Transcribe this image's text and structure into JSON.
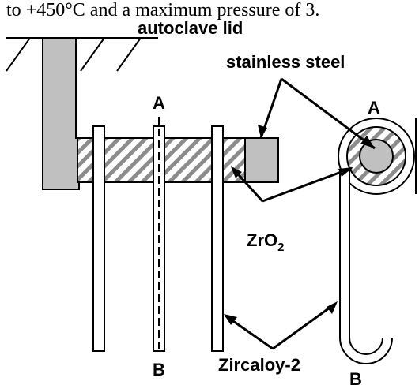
{
  "header_text": "to +450°C and a maximum pressure of 3.",
  "labels": {
    "autoclave_lid": "autoclave lid",
    "stainless_steel": "stainless steel",
    "zro2_base": "ZrO",
    "zro2_sub": "2",
    "zircaloy": "Zircaloy-2",
    "section_a_left": "A",
    "section_b_left": "B",
    "section_a_right": "A",
    "section_b_right": "B"
  },
  "colors": {
    "steel_fill": "#c0c0c0",
    "hatch": "#808080",
    "outline": "#000000"
  }
}
